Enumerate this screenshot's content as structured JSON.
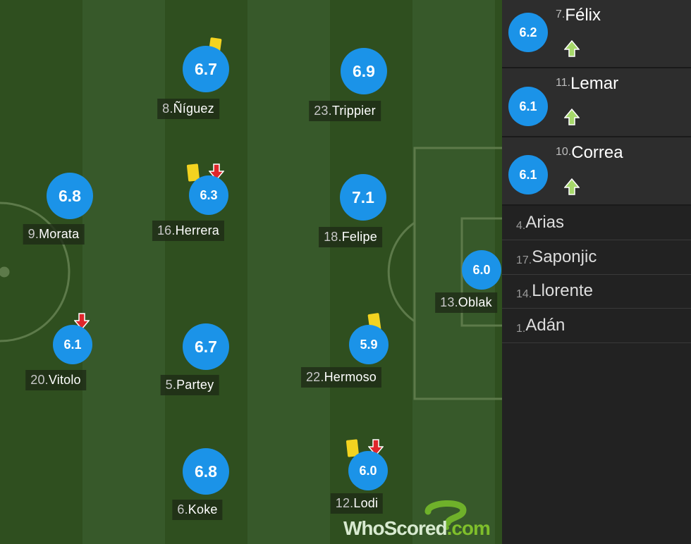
{
  "pitch": {
    "players": [
      {
        "id": "niguez",
        "number": "8.",
        "name": "Ñíguez",
        "rating": "6.7",
        "cards": [
          "yellow"
        ],
        "sub_off": false
      },
      {
        "id": "trippier",
        "number": "23.",
        "name": "Trippier",
        "rating": "6.9",
        "cards": [],
        "sub_off": false
      },
      {
        "id": "morata",
        "number": "9.",
        "name": "Morata",
        "rating": "6.8",
        "cards": [],
        "sub_off": false
      },
      {
        "id": "herrera",
        "number": "16.",
        "name": "Herrera",
        "rating": "6.3",
        "cards": [
          "yellow"
        ],
        "sub_off": true
      },
      {
        "id": "felipe",
        "number": "18.",
        "name": "Felipe",
        "rating": "7.1",
        "cards": [],
        "sub_off": false
      },
      {
        "id": "oblak",
        "number": "13.",
        "name": "Oblak",
        "rating": "6.0",
        "cards": [],
        "sub_off": false
      },
      {
        "id": "vitolo",
        "number": "20.",
        "name": "Vitolo",
        "rating": "6.1",
        "cards": [],
        "sub_off": true
      },
      {
        "id": "partey",
        "number": "5.",
        "name": "Partey",
        "rating": "6.7",
        "cards": [],
        "sub_off": false
      },
      {
        "id": "hermoso",
        "number": "22.",
        "name": "Hermoso",
        "rating": "5.9",
        "cards": [
          "yellow"
        ],
        "sub_off": false
      },
      {
        "id": "koke",
        "number": "6.",
        "name": "Koke",
        "rating": "6.8",
        "cards": [],
        "sub_off": false
      },
      {
        "id": "lodi",
        "number": "12.",
        "name": "Lodi",
        "rating": "6.0",
        "cards": [
          "yellow"
        ],
        "sub_off": true
      }
    ],
    "logo": {
      "text_main": "WhoScored",
      "text_suffix": ".com"
    }
  },
  "substitutes": [
    {
      "number": "7.",
      "name": "Félix",
      "rating": "6.2",
      "icon": "sub-on-arrow-icon"
    },
    {
      "number": "11.",
      "name": "Lemar",
      "rating": "6.1",
      "icon": "sub-on-arrow-icon"
    },
    {
      "number": "10.",
      "name": "Correa",
      "rating": "6.1",
      "icon": "sub-on-arrow-icon"
    }
  ],
  "bench": [
    {
      "number": "4.",
      "name": "Arias"
    },
    {
      "number": "17.",
      "name": "Saponjic"
    },
    {
      "number": "14.",
      "name": "Llorente"
    },
    {
      "number": "1.",
      "name": "Adán"
    }
  ],
  "colors": {
    "rating_bg": "#1b93e8",
    "yellow_card": "#f3d320",
    "sub_off": "#e0262b",
    "sub_on": "#a6d86a"
  }
}
